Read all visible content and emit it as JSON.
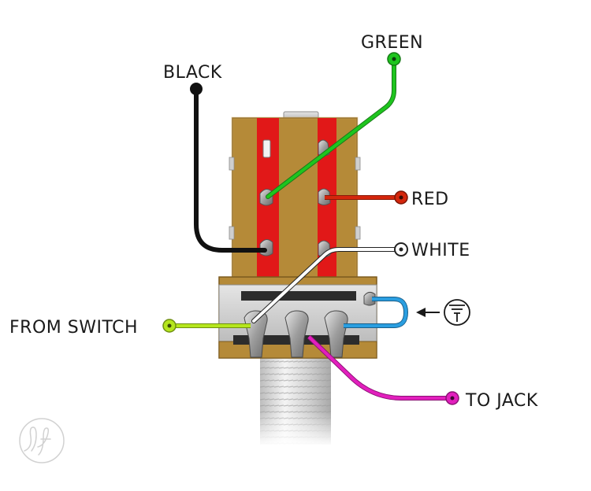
{
  "labels": {
    "black": "BLACK",
    "green": "GREEN",
    "red": "RED",
    "white": "WHITE",
    "from_switch": "FROM SWITCH",
    "to_jack": "TO JACK"
  },
  "colors": {
    "black_wire": "#111111",
    "green_wire": "#1ec51e",
    "red_wire": "#d4260c",
    "white_wire": "#ffffff",
    "switch_wire": "#b5e61d",
    "jack_wire": "#e21fbd",
    "blue_wire": "#2a9ee0",
    "board": "#b58a38",
    "stripe": "#e11818"
  },
  "icons": {
    "ground": "ground-symbol-icon",
    "arrow": "arrow-left-icon",
    "logo": "lf-logo-icon"
  }
}
